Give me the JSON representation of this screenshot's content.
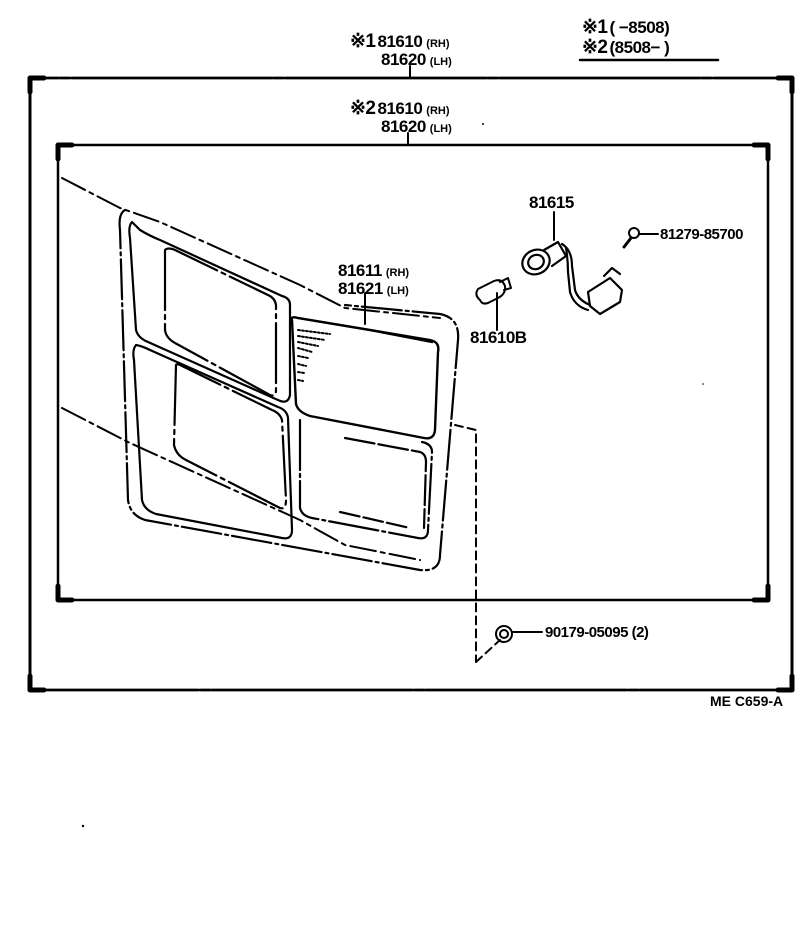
{
  "diagram": {
    "title_note": {
      "line1": {
        "mark": "※1",
        "range": "(        −8508)"
      },
      "line2": {
        "mark": "※2",
        "range": "(8508−        )"
      }
    },
    "assemblies": [
      {
        "id": "outer",
        "mark": "※1",
        "rh": "81610",
        "rh_side": "(RH)",
        "lh": "81620",
        "lh_side": "(LH)"
      },
      {
        "id": "inner",
        "mark": "※2",
        "rh": "81610",
        "rh_side": "(RH)",
        "lh": "81620",
        "lh_side": "(LH)"
      }
    ],
    "parts": [
      {
        "id": "lens",
        "rh": "81611",
        "rh_side": "(RH)",
        "lh": "81621",
        "lh_side": "(LH)",
        "description": "lens"
      },
      {
        "id": "bulb",
        "number": "81610B"
      },
      {
        "id": "socket",
        "number": "81615"
      },
      {
        "id": "screw",
        "number": "81279-85700"
      },
      {
        "id": "nut",
        "number": "90179-05095 (2)"
      }
    ],
    "reference_code": "ME  C659-A"
  }
}
